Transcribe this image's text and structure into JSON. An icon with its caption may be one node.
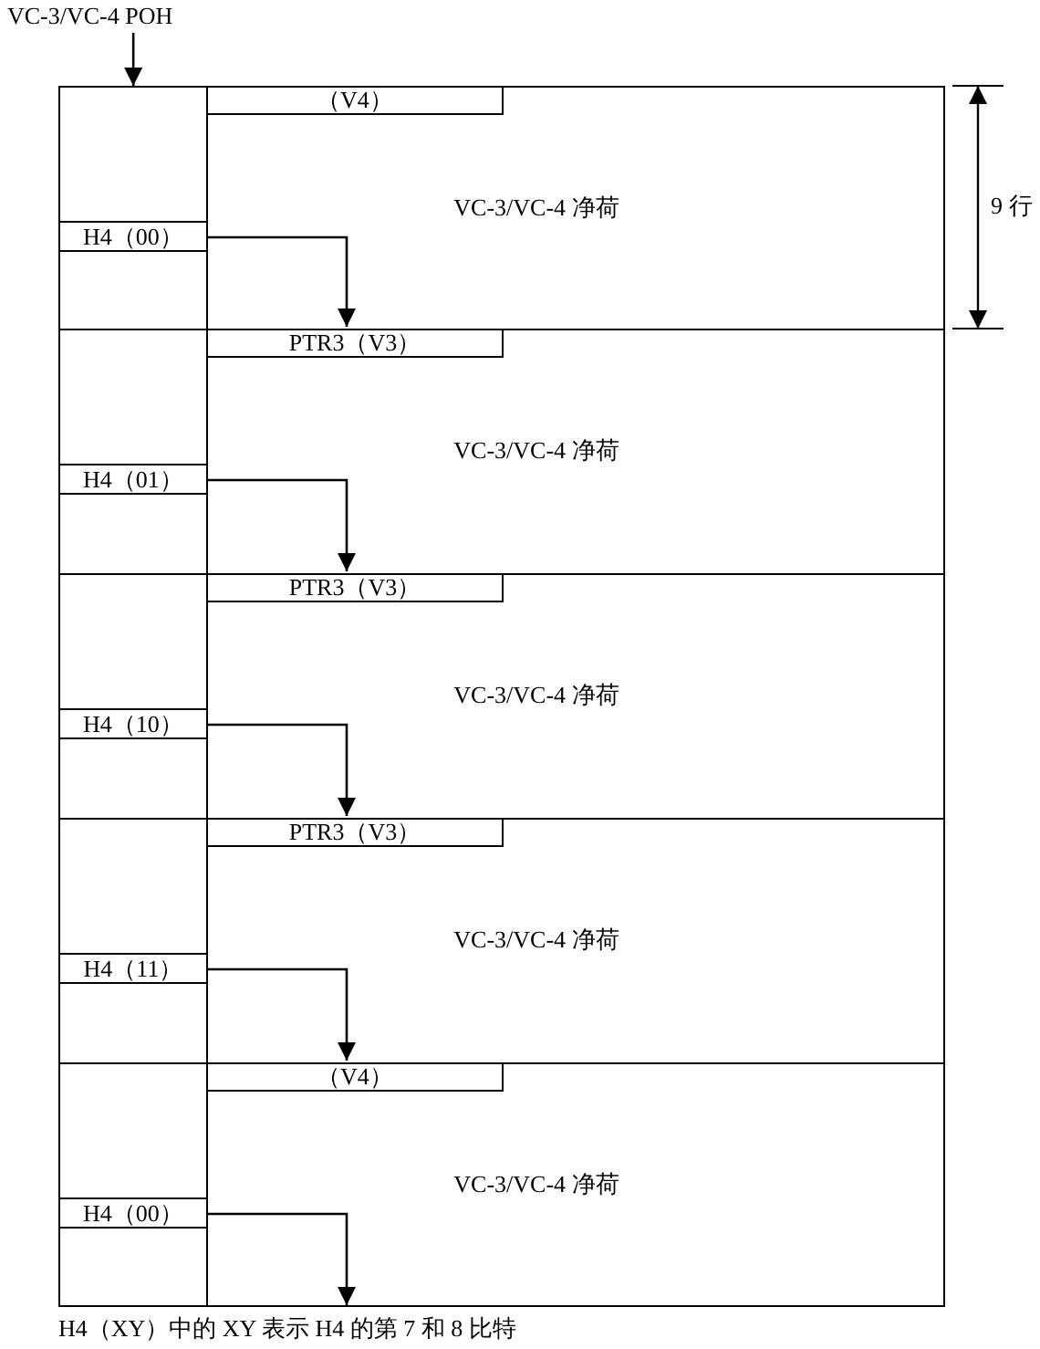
{
  "diagram": {
    "caption": "H4（XY）中的 XY 表示 H4 的第 7 和 8 比特",
    "nodes": [
      {
        "text": [
          "VC-3/VC-4 POH"
        ]
      },
      {
        "text": [],
        "shape": "box"
      },
      {
        "text": [
          "VC-3/VC-4 净荷"
        ]
      },
      {
        "text": [
          "（V4）"
        ],
        "in": 2
      },
      {
        "text": [
          "H4（00）"
        ],
        "in": 1
      },
      {
        "text": [],
        "shape": "box"
      },
      {
        "text": [
          "VC-3/VC-4 净荷"
        ]
      },
      {
        "text": [
          "PTR3（V3）"
        ],
        "in": 6
      },
      {
        "text": [
          "H4（01）"
        ],
        "in": 5
      },
      {
        "text": [],
        "shape": "box"
      },
      {
        "text": [
          "VC-3/VC-4 净荷"
        ]
      },
      {
        "text": [
          "PTR3（V3）"
        ],
        "in": 10
      },
      {
        "text": [
          "H4（10）"
        ],
        "in": 9
      },
      {
        "text": [],
        "shape": "box"
      },
      {
        "text": [
          "VC-3/VC-4 净荷"
        ]
      },
      {
        "text": [
          "PTR3（V3）"
        ],
        "in": 14
      },
      {
        "text": [
          "H4（11）"
        ],
        "in": 13
      },
      {
        "text": [],
        "shape": "box"
      },
      {
        "text": [
          "VC-3/VC-4 净荷"
        ]
      },
      {
        "text": [
          "（V4）"
        ],
        "in": 18
      },
      {
        "text": [
          "H4（00）"
        ],
        "in": 17
      }
    ],
    "edges": [
      {
        "from": 0,
        "to": 1,
        "arrow": "to"
      },
      {
        "from": 4,
        "to": 7,
        "arrow": "to"
      },
      {
        "from": 8,
        "to": 11,
        "arrow": "to"
      },
      {
        "from": 12,
        "to": 15,
        "arrow": "to"
      },
      {
        "from": 16,
        "to": 19,
        "arrow": "to"
      },
      {
        "from": 20,
        "to": 18,
        "arrow": "to"
      }
    ],
    "labels": [
      "9 行"
    ]
  }
}
